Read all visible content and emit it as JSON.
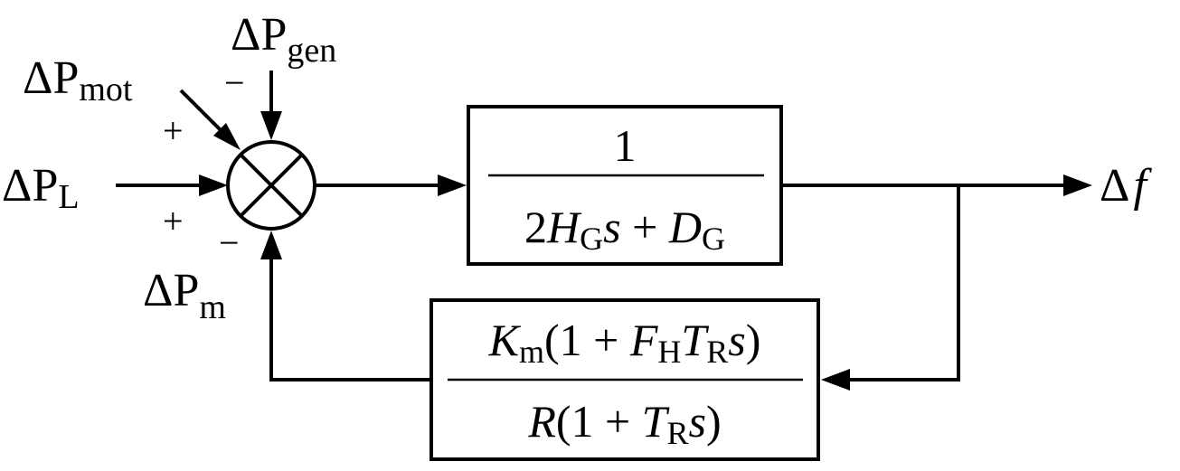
{
  "inputs": {
    "load": {
      "symbol": "ΔP",
      "sub": "L",
      "sign": "+"
    },
    "motor": {
      "symbol": "ΔP",
      "sub": "mot",
      "sign": "+"
    },
    "generation": {
      "symbol": "ΔP",
      "sub": "gen",
      "sign": "−"
    },
    "mechanical": {
      "symbol": "ΔP",
      "sub": "m",
      "sign": "−"
    }
  },
  "output": {
    "delta": "Δ",
    "variable": "f"
  },
  "forward_block": {
    "numerator": "1",
    "den_coef": "2",
    "den_H": "H",
    "den_H_sub": "G",
    "den_s": "s",
    "den_plus": " + ",
    "den_D": "D",
    "den_D_sub": "G"
  },
  "feedback_block": {
    "num_K": "K",
    "num_K_sub": "m",
    "num_open": "(1 + ",
    "num_F": "F",
    "num_F_sub": "H",
    "num_T": "T",
    "num_T_sub": "R",
    "num_s": "s",
    "num_close": ")",
    "den_R": "R",
    "den_open": "(1 + ",
    "den_T": "T",
    "den_T_sub": "R",
    "den_s": "s",
    "den_close": ")"
  }
}
